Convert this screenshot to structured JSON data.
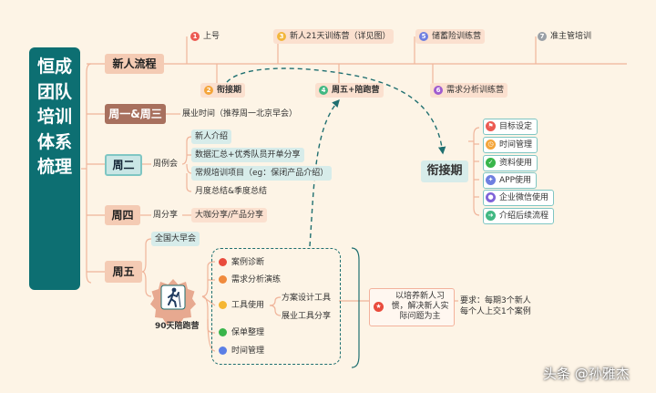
{
  "title": "恒成团队培训体系梳理",
  "weeks": {
    "newcomer": "新人流程",
    "mon_wed": "周一&周三",
    "tue": "周二",
    "thu": "周四",
    "fri": "周五"
  },
  "newcomer_steps": [
    {
      "num": "1",
      "label": "上号",
      "color": "#ec5a52"
    },
    {
      "num": "2",
      "label": "衔接期",
      "color": "#f4a53a"
    },
    {
      "num": "3",
      "label": "新人21天训练营（详见图）",
      "color": "#f2b63c"
    },
    {
      "num": "4",
      "label": "周五+陪跑营",
      "color": "#42b883"
    },
    {
      "num": "5",
      "label": "储蓄险训练营",
      "color": "#6e7fe0"
    },
    {
      "num": "6",
      "label": "需求分析训练营",
      "color": "#a05ccf"
    },
    {
      "num": "7",
      "label": "准主管培训",
      "color": "#9aa0a6"
    }
  ],
  "mon_wed": {
    "label": "展业时间（推荐周一北京早会）"
  },
  "tue": {
    "label": "周例会",
    "items": [
      "新人介绍",
      "数据汇总+优秀队员开单分享",
      "常规培训项目（eg：保闭产品介绍）",
      "月度总结&季度总结"
    ]
  },
  "thu": {
    "label": "周分享",
    "items": [
      "大咖分享/产品分享"
    ]
  },
  "fri": {
    "morning": "全国大早会",
    "camp_label": "90天陪跑营",
    "camp_items": [
      {
        "label": "案例诊断",
        "color": "#e94b3c"
      },
      {
        "label": "需求分析演练",
        "color": "#f08a3c"
      },
      {
        "label": "工具使用",
        "color": "#f5b632"
      },
      {
        "label": "保单整理",
        "color": "#39b54a"
      },
      {
        "label": "时间管理",
        "color": "#5b7fe6"
      }
    ],
    "tools": [
      "方案设计工具",
      "展业工具分享"
    ],
    "goal": "以培养新人习惯，解决新人实际问题为主",
    "requirement_1": "要求：每期3个新人",
    "requirement_2": "每个人上交1个案例"
  },
  "transition": {
    "label": "衔接期",
    "items": [
      {
        "label": "目标设定",
        "color": "#ec5a52",
        "icon": "flag-icon",
        "glyph": "⚑"
      },
      {
        "label": "时间管理",
        "color": "#f4a53a",
        "icon": "clock-icon",
        "glyph": "◷"
      },
      {
        "label": "资料使用",
        "color": "#39b54a",
        "icon": "check-icon",
        "glyph": "✓"
      },
      {
        "label": "APP使用",
        "color": "#6e7fe0",
        "icon": "app-icon",
        "glyph": "✦"
      },
      {
        "label": "企业微信使用",
        "color": "#7f63d8",
        "icon": "person-icon",
        "glyph": "●"
      },
      {
        "label": "介绍后续流程",
        "color": "#42b883",
        "icon": "arrow-right-icon",
        "glyph": "➜"
      }
    ]
  },
  "watermark": "头条 @孙雅杰"
}
